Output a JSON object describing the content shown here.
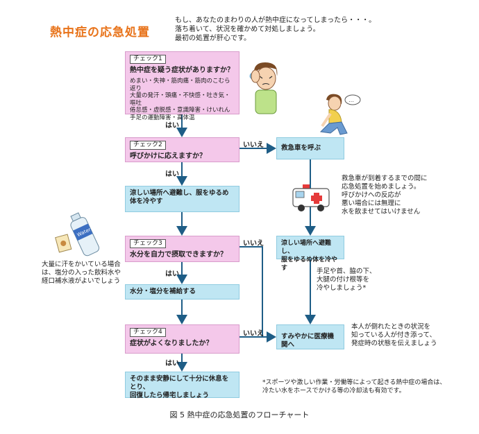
{
  "title": "熱中症の応急処置",
  "intro": "もし、あなたのまわりの人が熱中症になってしまったら・・・。\n落ち着いて、状況を確かめて対処しましょう。\n最初の処置が肝心です。",
  "check1": {
    "tag": "チェック1",
    "question": "熱中症を疑う症状がありますか？",
    "symptoms": "めまい・失神・筋肉痛・筋肉のこむら返り\n大量の発汗・頭痛・不快感・吐き気・嘔吐\n倦怠感・虚脱感・意識障害・けいれん\n手足の運動障害・高体温"
  },
  "check2": {
    "tag": "チェック2",
    "question": "呼びかけに応えますか？"
  },
  "step_cool": "涼しい場所へ避難し、服をゆるめ\n体を冷やす",
  "check3": {
    "tag": "チェック3",
    "question": "水分を自力で摂取できますか？"
  },
  "step_hydrate": "水分・塩分を補給する",
  "check4": {
    "tag": "チェック4",
    "question": "症状がよくなりましたか？"
  },
  "step_rest": "そのまま安静にして十分に休息をとり、\n回復したら帰宅しましょう",
  "ambulance": "救急車を呼ぶ",
  "ambulance_note": "救急車が到着するまでの間に\n応急処置を始めましょう。\n呼びかけへの反応が\n悪い場合には無理に\n水を飲ませてはいけません",
  "right_cool": "涼しい場所へ避難し、\n服をゆるめ体を冷やす",
  "cool_note": "手足や首、脇の下、\n大腿の付け根等を\n冷やしましょう*",
  "hospital": "すみやかに医療機関へ",
  "hospital_note": "本人が倒れたときの状況を\n知っている人が付き添って、\n発症時の状態を伝えましょう",
  "sweat_note": "大量に汗をかいている場合\nは、塩分の入った飲料水や\n経口補水液がよいでしょう",
  "bottle_label": "Water",
  "footnote": "*スポーツや激しい作業・労働等によって起きる熱中症の場合は、\n冷たい水をホースでかける等の冷却法も有効です。",
  "yes": "はい",
  "no": "いいえ",
  "caption": "図 5  熱中症の応急処置のフローチャート",
  "colors": {
    "title": "#e8731a",
    "pink": "#f4c8ea",
    "cyan": "#bfe6f3",
    "arrow": "#1e5d86"
  }
}
